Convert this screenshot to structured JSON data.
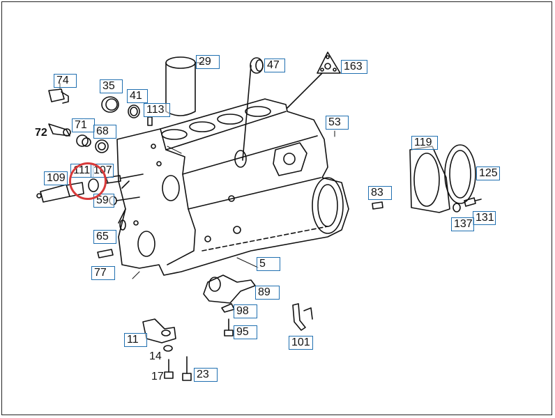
{
  "callouts": [
    {
      "id": "29",
      "label": "29"
    },
    {
      "id": "47",
      "label": "47"
    },
    {
      "id": "163",
      "label": "163"
    },
    {
      "id": "74",
      "label": "74"
    },
    {
      "id": "35",
      "label": "35"
    },
    {
      "id": "41",
      "label": "41"
    },
    {
      "id": "113",
      "label": "113"
    },
    {
      "id": "71",
      "label": "71"
    },
    {
      "id": "68",
      "label": "68"
    },
    {
      "id": "53",
      "label": "53"
    },
    {
      "id": "119",
      "label": "119"
    },
    {
      "id": "125",
      "label": "125"
    },
    {
      "id": "109",
      "label": "109"
    },
    {
      "id": "111",
      "label": "111"
    },
    {
      "id": "107",
      "label": "107"
    },
    {
      "id": "59",
      "label": "59"
    },
    {
      "id": "83",
      "label": "83"
    },
    {
      "id": "131",
      "label": "131"
    },
    {
      "id": "137",
      "label": "137"
    },
    {
      "id": "65",
      "label": "65"
    },
    {
      "id": "5",
      "label": "5"
    },
    {
      "id": "77",
      "label": "77"
    },
    {
      "id": "89",
      "label": "89"
    },
    {
      "id": "98",
      "label": "98"
    },
    {
      "id": "95",
      "label": "95"
    },
    {
      "id": "101",
      "label": "101"
    },
    {
      "id": "11",
      "label": "11"
    },
    {
      "id": "23",
      "label": "23"
    }
  ],
  "plain_labels": {
    "p72": "72",
    "p14": "14",
    "p17": "17"
  },
  "highlight": {
    "target": "111",
    "color": "#d83a3a"
  },
  "colors": {
    "callout_border": "#1f6fb0",
    "line_art": "#111111"
  }
}
